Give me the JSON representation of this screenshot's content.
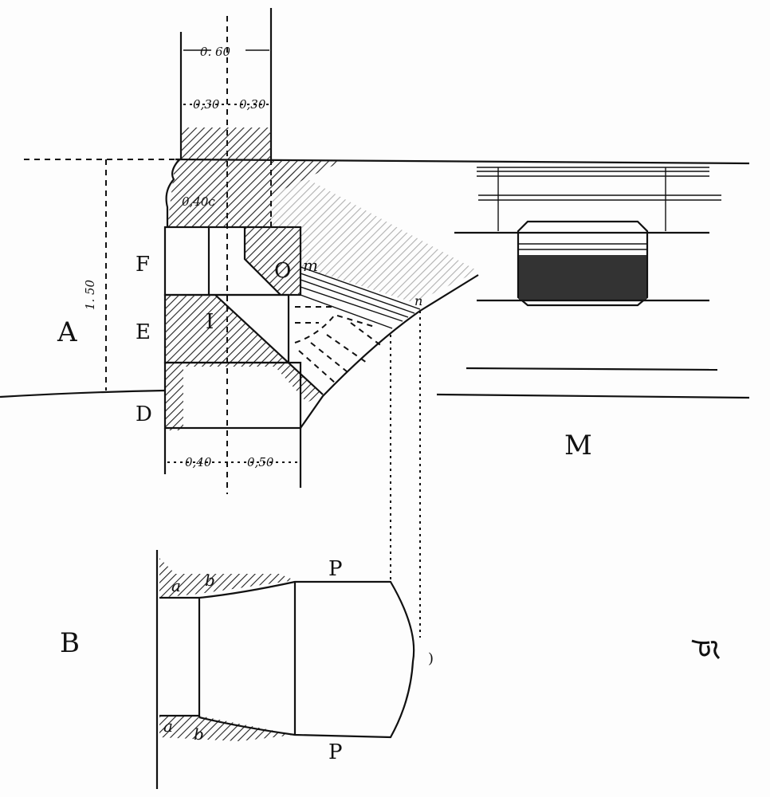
{
  "drawing": {
    "section_labels": {
      "a_upper": "A",
      "b_lower": "B",
      "m_right": "M"
    },
    "course_labels": {
      "f": "F",
      "e": "E",
      "d": "D"
    },
    "stone_labels": {
      "o": "O",
      "i": "I",
      "m": "m",
      "n": "n"
    },
    "plan_labels": {
      "a_top": "a",
      "b_top": "b",
      "a_bottom": "a",
      "b_bottom": "b",
      "p_top": "P",
      "p_bottom": "P",
      "c": ")"
    },
    "dimensions": {
      "wall_width": "0. 60",
      "half_left": "0,30",
      "half_right": "0,30",
      "cornice": "0,40c",
      "height": "1. 50",
      "base_left": "0,40",
      "base_right": "0,50"
    },
    "signature": "monogram"
  }
}
